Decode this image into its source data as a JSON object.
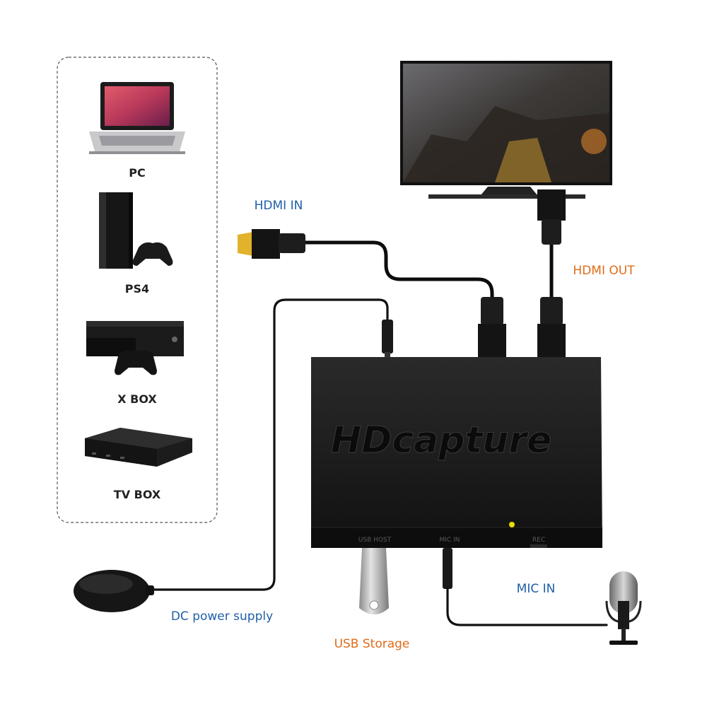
{
  "devices": {
    "pc": "PC",
    "ps4": "PS4",
    "xbox": "X BOX",
    "tvbox": "TV BOX"
  },
  "connections": {
    "hdmi_in": "HDMI IN",
    "hdmi_out": "HDMI OUT",
    "mic_in": "MIC IN",
    "dc_power": "DC power supply",
    "usb_storage": "USB Storage"
  },
  "capture_box": {
    "brand": "HDcapture",
    "ports": {
      "usb_host": "USB HOST",
      "mic_in": "MIC IN",
      "rec": "REC"
    }
  },
  "colors": {
    "blue_label": "#1f5fa8",
    "orange_label": "#e06c1a",
    "led": "#e8e000"
  },
  "icons": [
    "laptop-icon",
    "ps4-console-icon",
    "xbox-console-icon",
    "tv-box-icon",
    "monitor-icon",
    "microphone-icon",
    "power-adapter-icon",
    "usb-drive-icon"
  ]
}
